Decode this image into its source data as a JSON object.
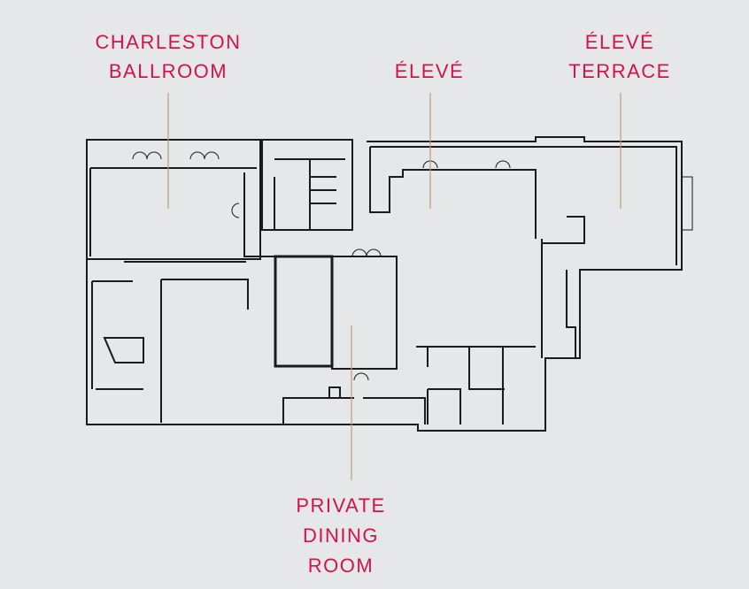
{
  "title": "Floor Plan",
  "colors": {
    "label": "#d4124a",
    "leader": "#b8a070",
    "wall": "#1a1a1a",
    "background": "#e6e7e9"
  },
  "rooms": [
    {
      "id": "charleston-ballroom",
      "line1": "CHARLESTON",
      "line2": "BALLROOM"
    },
    {
      "id": "eleve",
      "line1": "ÉLEVÉ"
    },
    {
      "id": "eleve-terrace",
      "line1": "ÉLEVÉ",
      "line2": "TERRACE"
    },
    {
      "id": "private-dining-room",
      "line1": "PRIVATE",
      "line2": "DINING",
      "line3": "ROOM"
    }
  ]
}
